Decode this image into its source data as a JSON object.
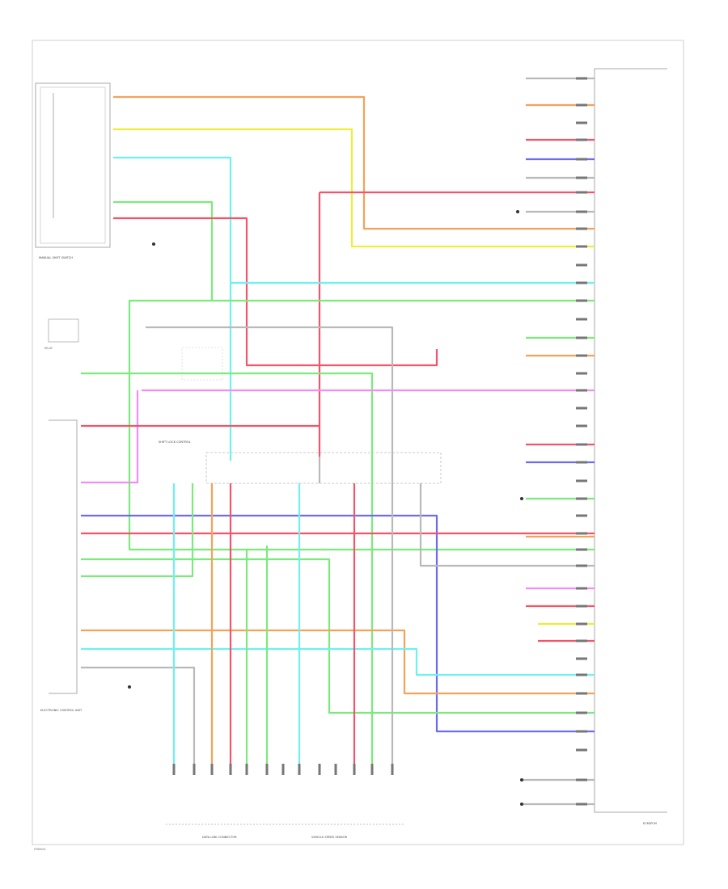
{
  "diagram": {
    "wire_colors": {
      "orange": "#f3a25a",
      "yellow": "#eded3a",
      "cyan": "#6ff0f0",
      "green": "#7de97d",
      "red": "#f2556a",
      "pink": "#f18cf5",
      "blue": "#6d6cf0",
      "gray": "#b9b9b9",
      "black": "#555555"
    },
    "labels": {
      "ecm_box": "ECM/PCM",
      "left_switch_box": "MANUAL SHIFT SWITCH",
      "left_module": "ELECTRONIC CONTROL UNIT",
      "bottom_connector_1": "DATA LINK CONNECTOR",
      "bottom_connector_2": "VEHICLE SPEED SENSOR",
      "center_module": "SHIFT LOCK CONTROL",
      "small_module": "RELAY"
    },
    "footer_code": "HTB0001"
  }
}
